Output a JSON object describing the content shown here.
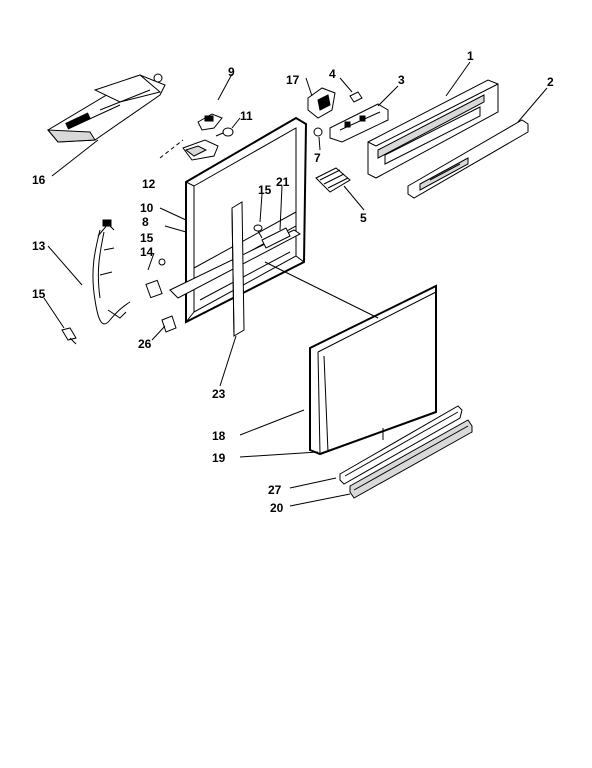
{
  "diagram": {
    "callouts": {
      "c1": "1",
      "c2": "2",
      "c3": "3",
      "c4": "4",
      "c5": "5",
      "c7": "7",
      "c8": "8",
      "c9": "9",
      "c10": "10",
      "c11": "11",
      "c12": "12",
      "c13": "13",
      "c14": "14",
      "c15a": "15",
      "c15b": "15",
      "c15c": "15",
      "c16": "16",
      "c17": "17",
      "c18": "18",
      "c19": "19",
      "c20": "20",
      "c21": "21",
      "c23": "23",
      "c26": "26",
      "c27": "27"
    }
  }
}
